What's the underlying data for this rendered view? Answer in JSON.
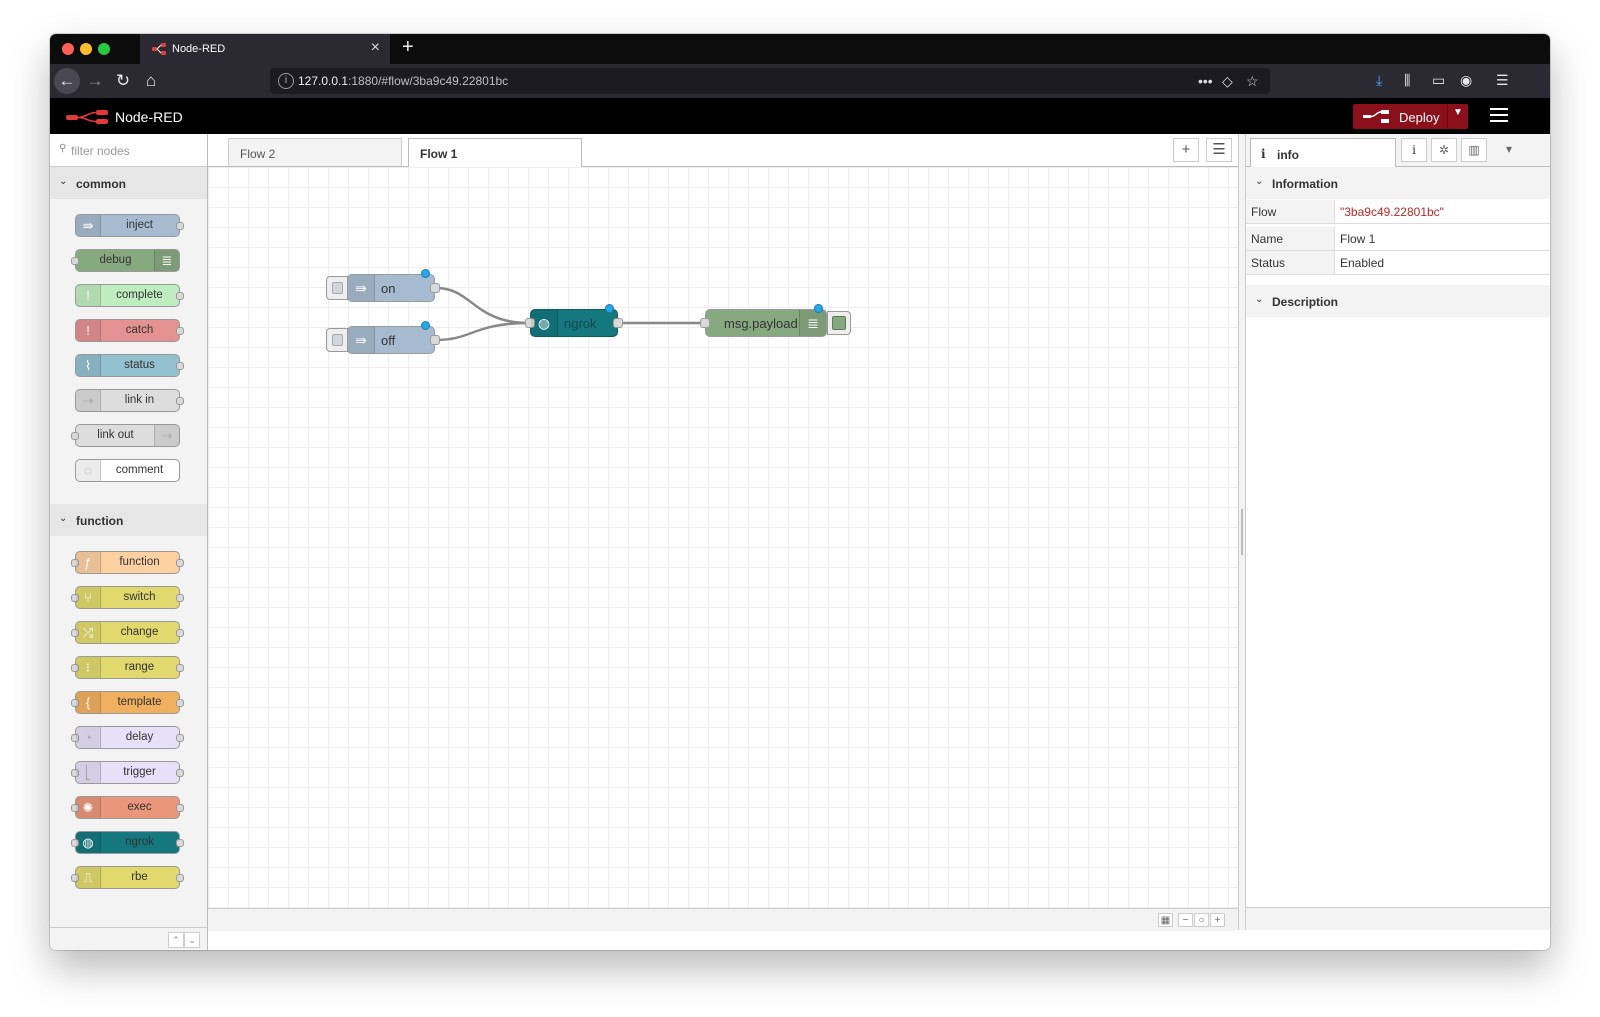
{
  "browser": {
    "tab_title": "Node-RED",
    "url_host": "127.0.0.1",
    "url_rest": ":1880/#flow/3ba9c49.22801bc"
  },
  "app": {
    "title": "Node-RED",
    "deploy_label": "Deploy"
  },
  "palette": {
    "filter_placeholder": "filter nodes",
    "categories": [
      {
        "label": "common",
        "nodes": [
          {
            "label": "inject",
            "color": "#a6bbcf",
            "icon": "arrow-icon",
            "side": "left"
          },
          {
            "label": "debug",
            "color": "#87a980",
            "icon": "list-icon",
            "side": "right"
          },
          {
            "label": "complete",
            "color": "#c0edc0",
            "icon": "exclamation-icon",
            "side": "left"
          },
          {
            "label": "catch",
            "color": "#e49191",
            "icon": "exclamation-icon",
            "side": "left"
          },
          {
            "label": "status",
            "color": "#94c1d0",
            "icon": "pulse-icon",
            "side": "left"
          },
          {
            "label": "link in",
            "color": "#dddddd",
            "icon": "link-in-icon",
            "side": "left"
          },
          {
            "label": "link out",
            "color": "#dddddd",
            "icon": "link-out-icon",
            "side": "right"
          },
          {
            "label": "comment",
            "color": "#ffffff",
            "icon": "comment-icon",
            "side": "left"
          }
        ]
      },
      {
        "label": "function",
        "nodes": [
          {
            "label": "function",
            "color": "#fdd0a2",
            "icon": "function-icon",
            "side": "left"
          },
          {
            "label": "switch",
            "color": "#e2d96e",
            "icon": "switch-icon",
            "side": "left"
          },
          {
            "label": "change",
            "color": "#e2d96e",
            "icon": "shuffle-icon",
            "side": "left"
          },
          {
            "label": "range",
            "color": "#e2d96e",
            "icon": "range-icon",
            "side": "left"
          },
          {
            "label": "template",
            "color": "#f0b060",
            "icon": "brace-icon",
            "side": "left"
          },
          {
            "label": "delay",
            "color": "#e6e0f8",
            "icon": "timer-icon",
            "side": "left"
          },
          {
            "label": "trigger",
            "color": "#e6e0f8",
            "icon": "trigger-icon",
            "side": "left"
          },
          {
            "label": "exec",
            "color": "#e9967a",
            "icon": "gear-icon",
            "side": "left"
          },
          {
            "label": "ngrok",
            "color": "#14787e",
            "icon": "globe-icon",
            "side": "left"
          },
          {
            "label": "rbe",
            "color": "#e2d96e",
            "icon": "rbe-icon",
            "side": "left"
          }
        ]
      }
    ]
  },
  "workspace": {
    "tabs": [
      {
        "label": "Flow 2",
        "active": false
      },
      {
        "label": "Flow 1",
        "active": true
      }
    ],
    "nodes": {
      "on": "on",
      "off": "off",
      "ngrok": "ngrok",
      "debug": "msg.payload"
    }
  },
  "sidebar": {
    "tab_label": "info",
    "sections": {
      "information": "Information",
      "description": "Description"
    },
    "properties": [
      {
        "key": "Flow",
        "value": "\"3ba9c49.22801bc\"",
        "string": true
      },
      {
        "key": "Name",
        "value": "Flow 1",
        "string": false
      },
      {
        "key": "Status",
        "value": "Enabled",
        "string": false
      }
    ]
  }
}
